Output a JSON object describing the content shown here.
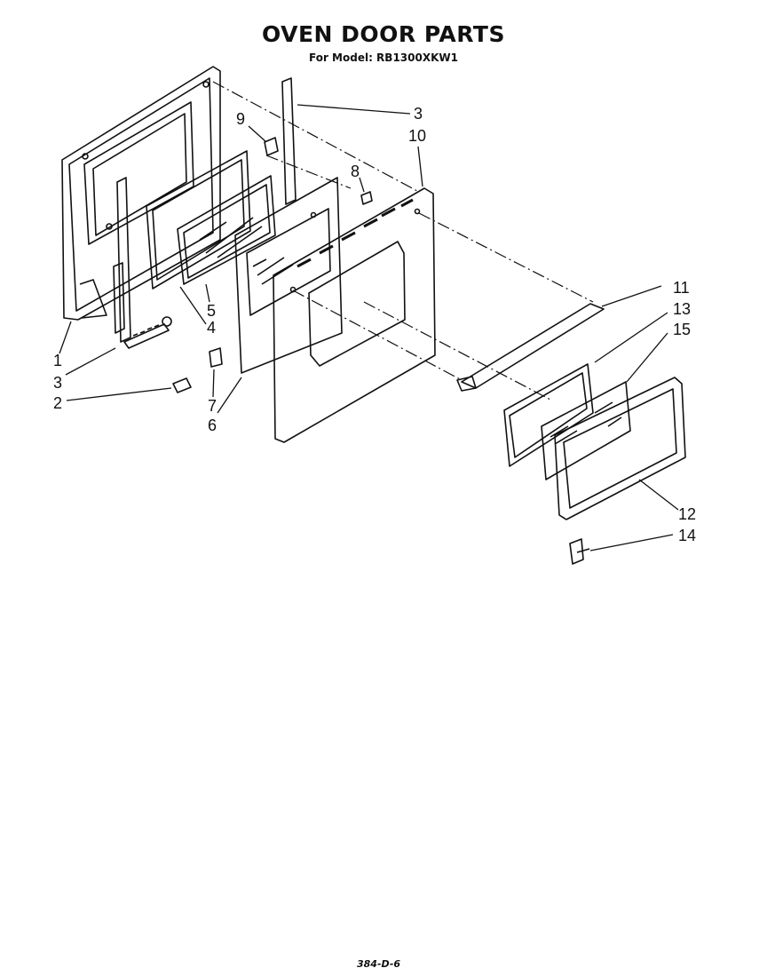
{
  "diagram": {
    "title": "OVEN DOOR PARTS",
    "subtitle": "For Model: RB1300XKW1",
    "footer_code": "384-D-6",
    "callouts": {
      "c3a": "3",
      "c10": "10",
      "c9": "9",
      "c8": "8",
      "c11": "11",
      "c13": "13",
      "c15": "15",
      "c5": "5",
      "c4": "4",
      "c1": "1",
      "c3b": "3",
      "c2": "2",
      "c7": "7",
      "c6": "6",
      "c12": "12",
      "c14": "14"
    }
  }
}
